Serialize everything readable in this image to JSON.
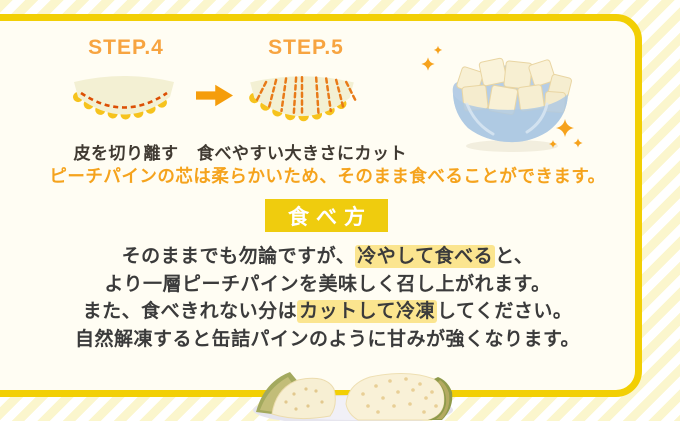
{
  "steps": {
    "step4": {
      "title": "STEP.4",
      "caption": "皮を切り離す"
    },
    "step5": {
      "title": "STEP.5",
      "caption": "食べやすい大きさにカット"
    }
  },
  "note": "ピーチパインの芯は柔らかいため、そのまま食べることができます。",
  "how_to_eat": {
    "badge": "食べ方",
    "lines": [
      {
        "segments": [
          {
            "text": "そのままでも勿論ですが、",
            "highlight": false
          },
          {
            "text": "冷やして食べる",
            "highlight": true
          },
          {
            "text": "と、",
            "highlight": false
          }
        ]
      },
      {
        "segments": [
          {
            "text": "より一層ピーチパインを美味しく召し上がれます。",
            "highlight": false
          }
        ]
      },
      {
        "segments": [
          {
            "text": "また、食べきれない分は",
            "highlight": false
          },
          {
            "text": "カットして冷凍",
            "highlight": true
          },
          {
            "text": "してください。",
            "highlight": false
          }
        ]
      },
      {
        "segments": [
          {
            "text": "自然解凍すると缶詰パインのように甘みが強くなります。",
            "highlight": false
          }
        ]
      }
    ]
  },
  "icons": {
    "arrow": "arrow-right-icon",
    "sparkles": "sparkle-stars-icon",
    "step4_illustration": "pineapple-slice-peel-cut-illustration",
    "step5_illustration": "pineapple-slice-diced-illustration",
    "bowl_photo": "pineapple-chunks-in-glass-bowl-photo",
    "bottom_photo": "cut-pineapple-quarters-on-plate-photo"
  },
  "colors": {
    "frame_yellow": "#f2cf04",
    "stripe_yellow": "#fbf6cd",
    "panel_bg": "#fffdf3",
    "step_orange": "#f7a440",
    "arrow_orange": "#f59d0b",
    "note_orange": "#f5a31d",
    "badge_yellow": "#efcc0e",
    "badge_text": "#ffffff",
    "text_dark": "#3b3b3b",
    "highlight_yellow": "#fbe58f",
    "dashed_red": "#dc4f04",
    "dashed_orange": "#e87a18",
    "slice_cream": "#f3f0d3",
    "slice_gold": "#f6c31d",
    "bowl_blue": "#b6cde5"
  }
}
